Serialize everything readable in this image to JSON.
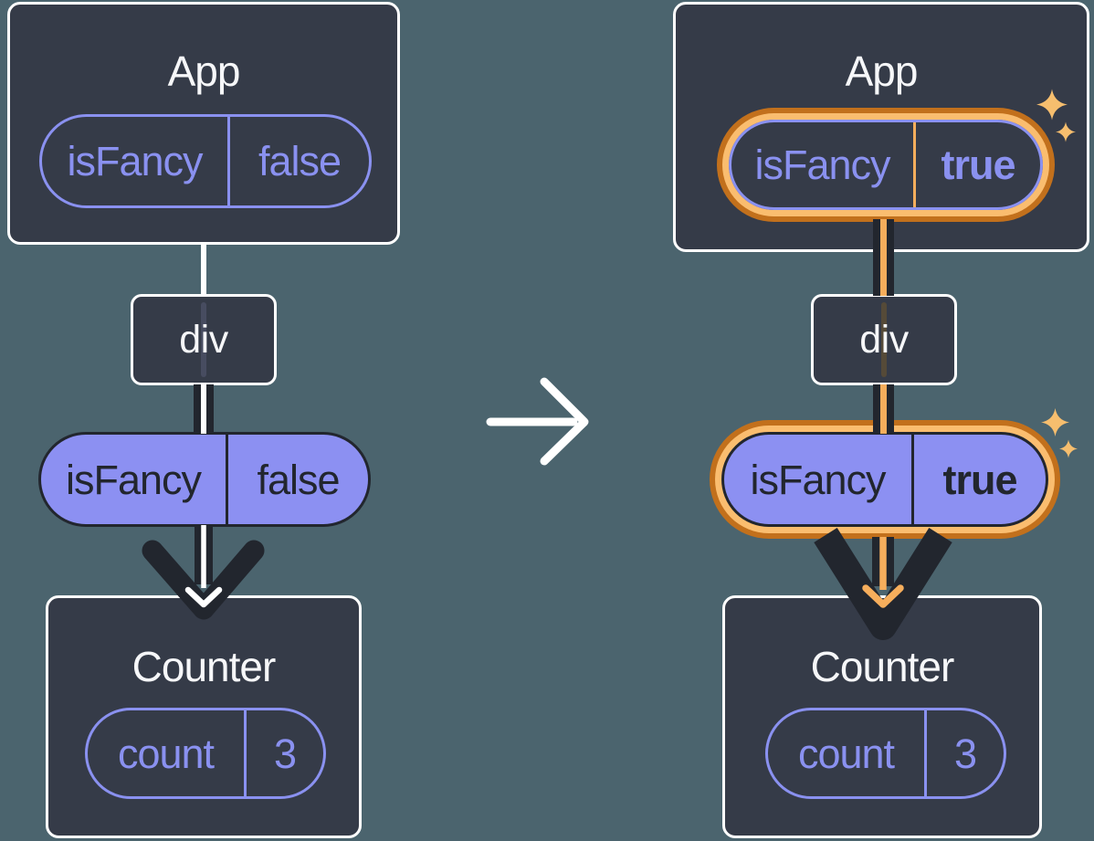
{
  "colors": {
    "background": "#4B646E",
    "card": "#353B48",
    "white": "#FFFFFF",
    "dark": "#22262E",
    "purple": "#8A91F0",
    "purple_fill": "#8C90F2",
    "text_light": "#F6F7F9",
    "orange_dark": "#C2701C",
    "orange_light": "#FABD6F",
    "orange_line": "#F6AE5C",
    "sparkle": "#F6BE6E",
    "ghost_left": "#474C60",
    "ghost_right": "#554A38"
  },
  "icons": {
    "transition_arrow": "right-arrow",
    "prop_flow_arrow": "down-arrow",
    "highlight": "sparkle"
  },
  "before": {
    "app": {
      "title": "App",
      "prop_name": "isFancy",
      "prop_value": "false"
    },
    "middle": {
      "label": "div"
    },
    "prop_pill": {
      "name": "isFancy",
      "value": "false"
    },
    "counter": {
      "title": "Counter",
      "state_name": "count",
      "state_value": "3"
    }
  },
  "after": {
    "app": {
      "title": "App",
      "prop_name": "isFancy",
      "prop_value": "true"
    },
    "middle": {
      "label": "div"
    },
    "prop_pill": {
      "name": "isFancy",
      "value": "true"
    },
    "counter": {
      "title": "Counter",
      "state_name": "count",
      "state_value": "3"
    }
  }
}
